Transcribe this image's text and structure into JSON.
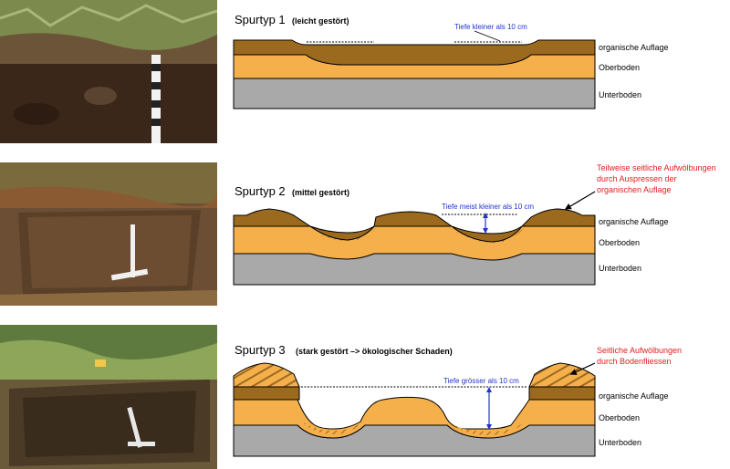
{
  "panels": [
    {
      "title": "Spurtyp 1",
      "subtitle": "(leicht gestört)",
      "depth_note": "Tiefe kleiner als 10 cm",
      "annotation_lines": [],
      "layers": [
        "organische Auflage",
        "Oberboden",
        "Unterboden"
      ]
    },
    {
      "title": "Spurtyp 2",
      "subtitle": "(mittel gestört)",
      "depth_note": "Tiefe meist kleiner als 10 cm",
      "annotation_lines": [
        "Teilweise seitliche Aufwölbungen",
        "durch Auspressen der",
        "organischen Auflage"
      ],
      "layers": [
        "organische Auflage",
        "Oberboden",
        "Unterboden"
      ]
    },
    {
      "title": "Spurtyp 3",
      "subtitle": "(stark gestört –> ökologischer Schaden)",
      "depth_note": "Tiefe grösser als 10 cm",
      "annotation_lines": [
        "Seitliche Aufwölbungen",
        "durch Bodenfliessen"
      ],
      "layers": [
        "organische Auflage",
        "Oberboden",
        "Unterboden"
      ]
    }
  ],
  "colors": {
    "organic": "#9b6a1e",
    "topsoil": "#f5b04c",
    "subsoil": "#a9a9a9",
    "depth_note": "#2233cc",
    "annotation": "#e02020"
  },
  "photos": [
    {
      "name": "soil-profile-photo-1"
    },
    {
      "name": "soil-profile-photo-2"
    },
    {
      "name": "soil-profile-photo-3"
    }
  ]
}
